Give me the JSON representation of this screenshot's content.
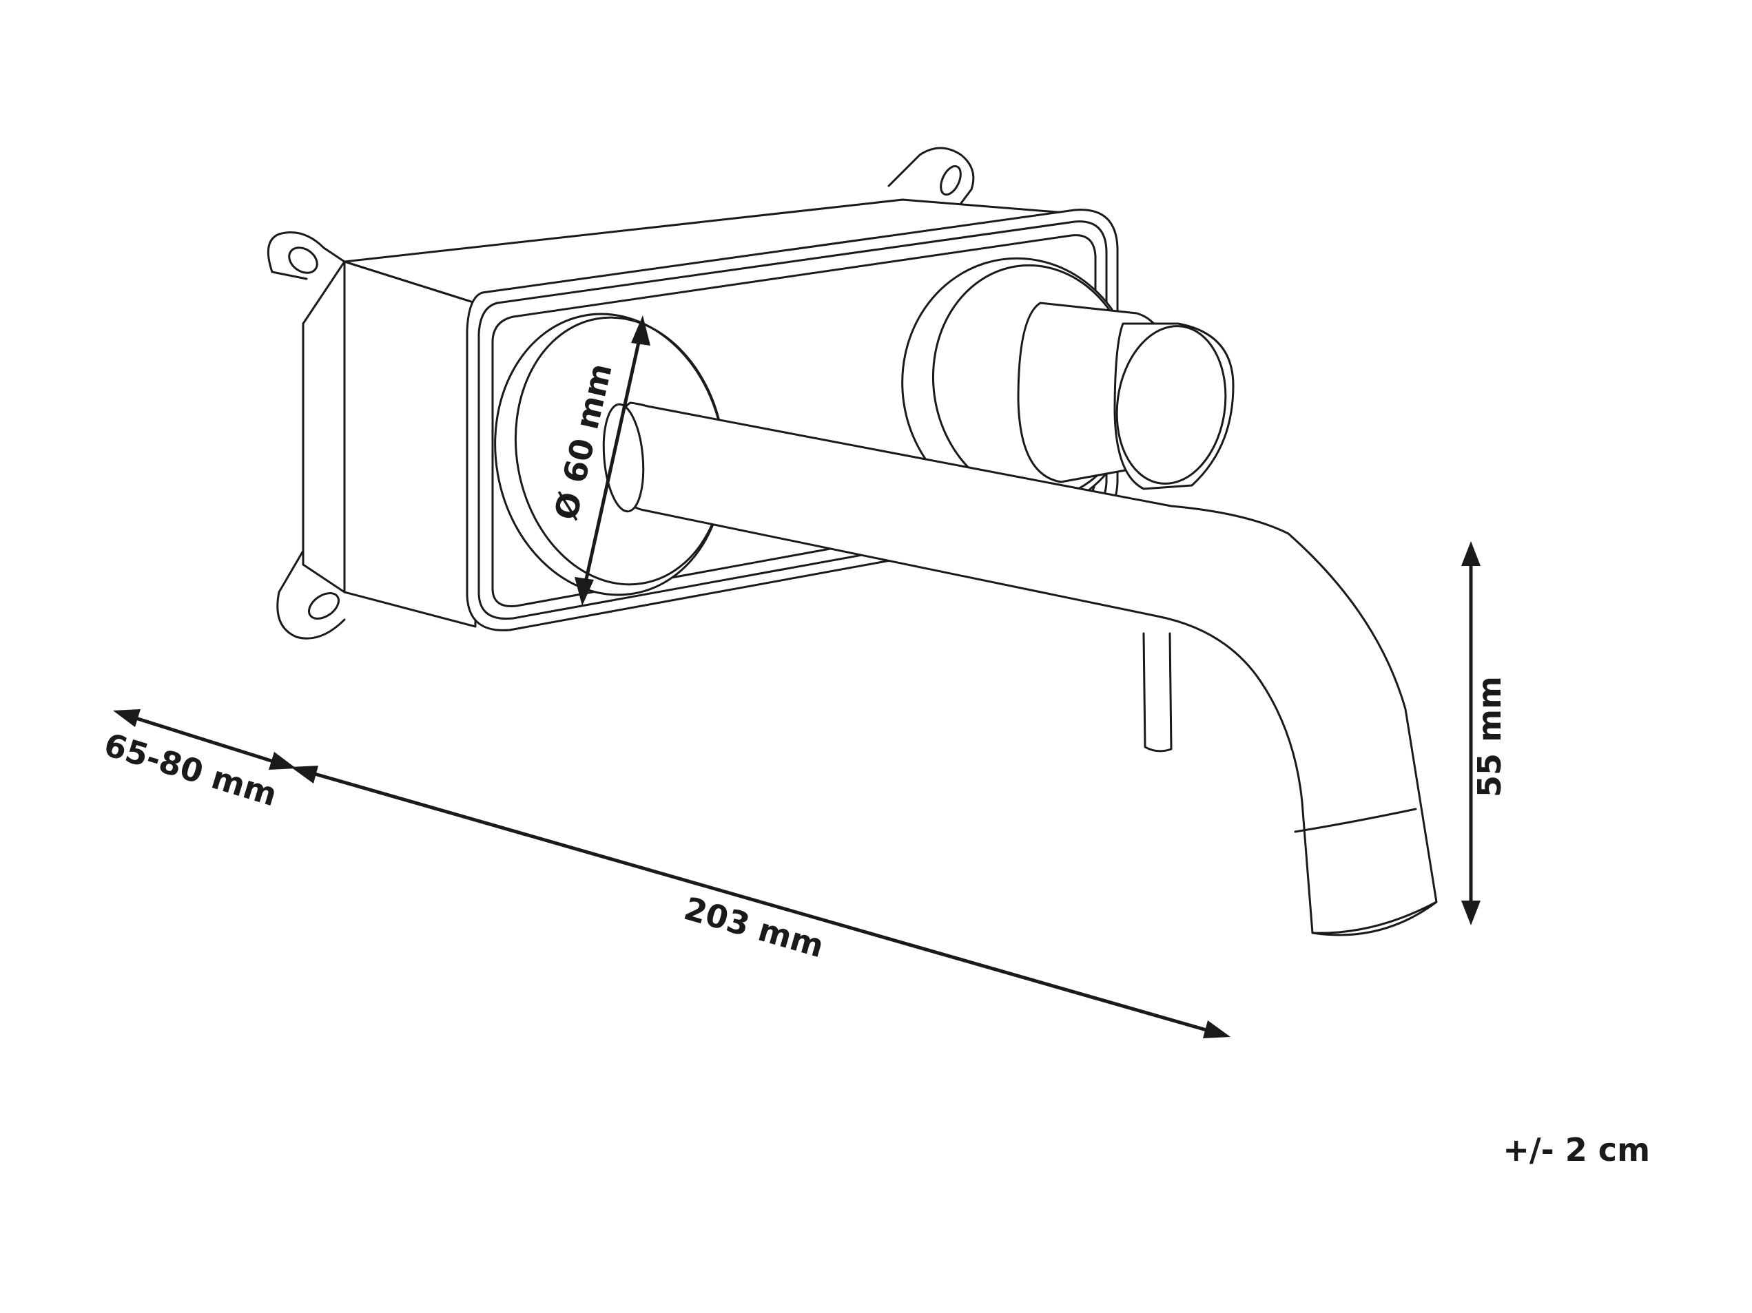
{
  "dimensions": {
    "depth": "65-80 mm",
    "spout_length": "203 mm",
    "diameter": "Ø 60 mm",
    "height": "55 mm"
  },
  "tolerance": "+/- 2 cm",
  "colors": {
    "line": "#1a1a1a",
    "background": "#ffffff"
  }
}
